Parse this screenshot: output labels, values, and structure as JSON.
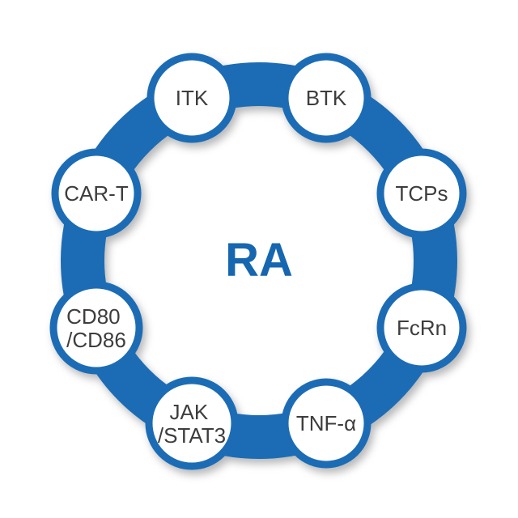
{
  "diagram": {
    "title": "RA therapeutic targets ring diagram",
    "center_label": "RA",
    "accent_color": "#1b6cb5",
    "node_fill_color": "#ffffff",
    "node_text_color": "#3c3c3c",
    "nodes": [
      {
        "id": "itk",
        "lines": [
          "ITK"
        ]
      },
      {
        "id": "btk",
        "lines": [
          "BTK"
        ]
      },
      {
        "id": "tcps",
        "lines": [
          "TCPs"
        ]
      },
      {
        "id": "fcrn",
        "lines": [
          "FcRn"
        ]
      },
      {
        "id": "tnf-alpha",
        "lines": [
          "TNF-α"
        ]
      },
      {
        "id": "jak-stat3",
        "lines": [
          "JAK",
          "/STAT3"
        ]
      },
      {
        "id": "cd80-cd86",
        "lines": [
          "CD80",
          "/CD86"
        ]
      },
      {
        "id": "car-t",
        "lines": [
          "CAR-T"
        ]
      }
    ]
  }
}
